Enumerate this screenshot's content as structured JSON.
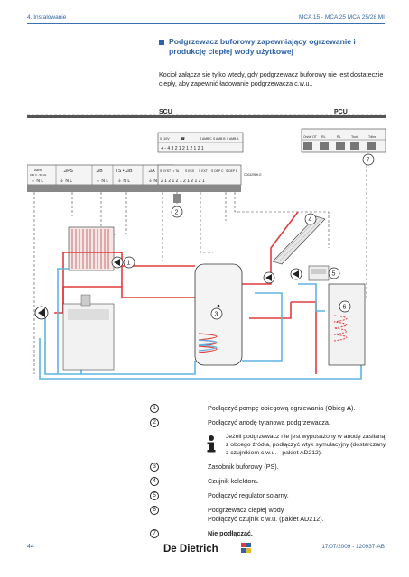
{
  "header": {
    "section": "4.  Instalowanie",
    "models": "MCA 15 - MCA 25 MCA 25/28 MI"
  },
  "title": "Podgrzewacz buforowy zapewniający ogrzewanie i produkcję ciepłej wody użytkowej",
  "intro": "Kocioł załącza się tylko wtedy, gdy podgrzewacz buforowy nie jest dostateczie ciepły, aby zapewnić ładowanie podgrzewacza c.w.u..",
  "diagram": {
    "scu_label": "SCU",
    "pcu_label": "PCU",
    "code": "C003298H-E",
    "alim_label": "Alim",
    "alim_voltage": "230 V - 50 Hz",
    "phase_labels": "⏚ N L",
    "terminal_a": "⊿A",
    "terminal_b": "⊿B",
    "terminal_ts": "TS • ⊿B",
    "terminal_ps": "⊿PS",
    "bus_0_10v": "0 -10V",
    "bus_phone": "☎",
    "bus_sb": "S AMB C",
    "bus_sb2": "S AMB B",
    "bus_sb3": "S AMB A",
    "bus_nums": "+ -  4 3 2 1  2 1  2 1  2 1",
    "sens_syst": "S SYST",
    "sens_ta": "• TA",
    "sens_sds": "S ECS",
    "sens_sext": "S EXT",
    "sens_depc": "S DEP C",
    "sens_depb": "S DEP B",
    "sens_nums": "2 1  2 1  2 1  2 1  2 1  2 1",
    "pcu_terms": [
      "On/off OT",
      "RL",
      "RL",
      "Tout",
      "Tdhw"
    ],
    "markers": [
      "1",
      "2",
      "3",
      "4",
      "5",
      "6",
      "7"
    ]
  },
  "legend": [
    {
      "num": "1",
      "text": "Podłączyć pompę obiegową ogrzewania (Obieg ",
      "bold": "A",
      "tail": ")."
    },
    {
      "num": "2",
      "text": "Podłączyć anodę tytanową podgrzewacza.",
      "bold": "",
      "tail": ""
    }
  ],
  "note": "Jeżeli podgrzewacz nie jest wyposażony w anodę zasilaną z obcego źródła, podłączyć wtyk symulacyjny (dostarczany z czujnikiem c.w.u. - pakiet AD212).",
  "legend2": [
    {
      "num": "3",
      "text": "Zasobnik buforowy (PS)."
    },
    {
      "num": "4",
      "text": "Czujnik kolektora."
    },
    {
      "num": "5",
      "text": "Podłączyć regulator solarny."
    },
    {
      "num": "6",
      "text": "Podgrzewacz ciepłej wody",
      "line2": "Podłączyć czujnik c.w.u. (pakiet AD212)."
    },
    {
      "num": "7",
      "text": "Nie podłączać.",
      "bold_all": true
    }
  ],
  "footer": {
    "page": "44",
    "brand": "De Dietrich",
    "ref": "17/07/2009  - 120937-AB"
  },
  "colors": {
    "accent": "#2f63a8",
    "hot": "#e23b3b",
    "cold": "#5fb3e0",
    "wire": "#444444"
  }
}
